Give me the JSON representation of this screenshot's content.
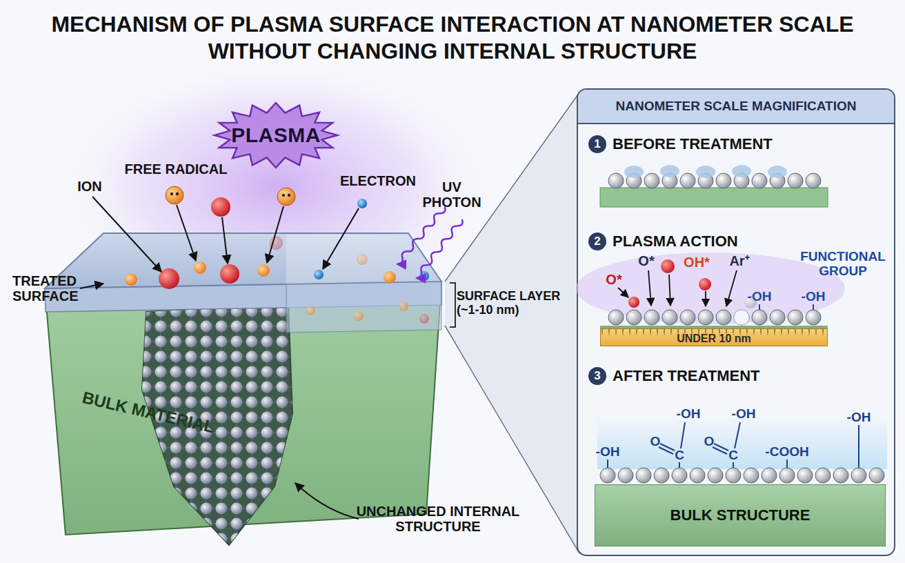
{
  "diagram": {
    "title": "MECHANISM OF PLASMA SURFACE INTERACTION AT NANOMETER SCALE WITHOUT CHANGING INTERNAL STRUCTURE",
    "nodes": [
      {
        "text": [
          "PLASMA"
        ]
      },
      {
        "text": [
          "NANOMETER SCALE MAGNIFICATION"
        ]
      },
      {
        "text": [
          "1"
        ],
        "in": 1
      },
      {
        "text": [
          "2"
        ],
        "in": 1
      },
      {
        "text": [
          "UNDER 10 nm"
        ],
        "in": 1
      },
      {
        "text": [
          "3"
        ],
        "in": 1
      },
      {
        "text": [
          "BULK STRUCTURE"
        ],
        "in": 1
      }
    ],
    "labels": [
      "ION",
      "FREE RADICAL",
      "ELECTRON",
      "UV PHOTON",
      "TREATED SURFACE",
      "SURFACE LAYER (~1-10 nm)",
      "BULK MATERIAL",
      "UNCHANGED INTERNAL STRUCTURE",
      "BEFORE TREATMENT",
      "PLASMA ACTION",
      "O*",
      "O*",
      "OH*",
      "Ar⁺",
      "FUNCTIONAL GROUP",
      "-OH",
      "-OH",
      "AFTER TREATMENT",
      "-OH",
      "O",
      "C",
      "-OH",
      "O",
      "C",
      "-OH",
      "-COOH",
      "-OH"
    ]
  }
}
